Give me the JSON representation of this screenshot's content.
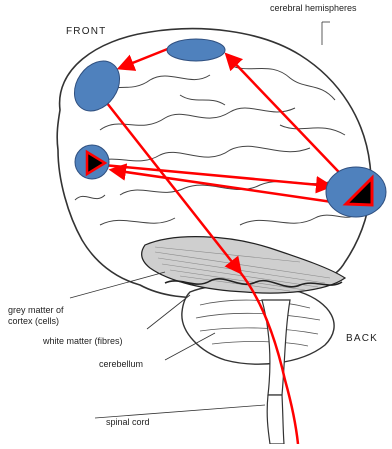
{
  "labels": {
    "front": "FRONT",
    "back": "BACK",
    "cerebral_hemispheres": "cerebral hemispheres",
    "grey_matter": "grey matter of",
    "grey_matter_line2": "cortex (cells)",
    "white_matter": "white matter (fibres)",
    "cerebellum": "cerebellum",
    "spinal_cord": "spinal cord"
  },
  "colors": {
    "arrow": "#ff0000",
    "node_fill": "#4f81bd",
    "node_stroke": "#ff0000",
    "triangle_fill": "#000000",
    "outline": "#333333"
  },
  "icons": {
    "node": "blue-ellipse",
    "marker": "triangle-icon"
  }
}
